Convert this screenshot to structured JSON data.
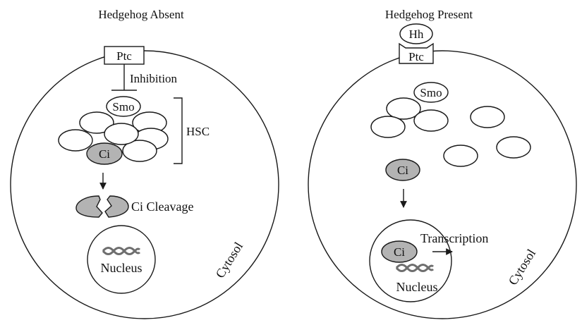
{
  "colors": {
    "stroke": "#1a1a1a",
    "ci_fill": "#b3b3b3",
    "dna": "#6e6e6e",
    "background": "#ffffff"
  },
  "left_panel": {
    "title": "Hedgehog Absent",
    "receptor": "Ptc",
    "inhibition": "Inhibition",
    "smo": "Smo",
    "complex": "HSC",
    "ci": "Ci",
    "cleavage": "Ci Cleavage",
    "nucleus": "Nucleus",
    "cytosol": "Cytosol"
  },
  "right_panel": {
    "title": "Hedgehog Present",
    "ligand": "Hh",
    "receptor": "Ptc",
    "smo": "Smo",
    "ci": "Ci",
    "nuclear_ci": "Ci",
    "transcription": "Transcription",
    "nucleus": "Nucleus",
    "cytosol": "Cytosol"
  }
}
